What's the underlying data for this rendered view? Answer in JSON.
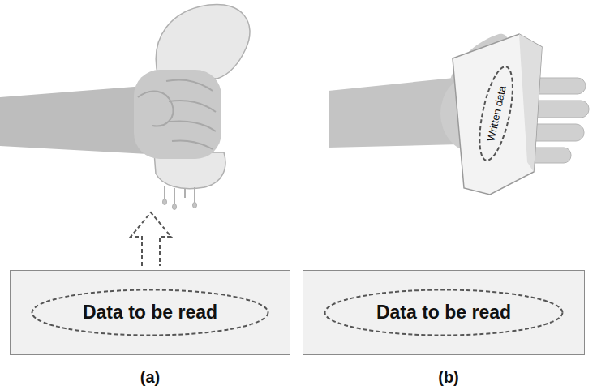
{
  "diagram": {
    "nodes": [
      {
        "text": [
          "Written data"
        ]
      },
      {
        "text": [
          "Data to be read"
        ]
      },
      {
        "text": [
          "Data to be read"
        ]
      }
    ],
    "labels": [
      "(a)",
      "(b)"
    ]
  }
}
